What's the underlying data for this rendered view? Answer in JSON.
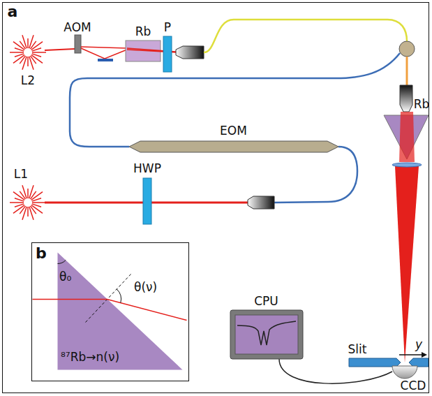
{
  "diagram": {
    "nodes": [
      {
        "text": [
          "a"
        ]
      },
      {
        "text": [
          "EOM"
        ],
        "in": 0
      },
      {
        "text": [
          "b",
          "θ₀",
          "θ(ν)",
          "⁸⁷Rb→n(ν)"
        ],
        "in": 0
      },
      {
        "text": [
          "CPU"
        ],
        "in": 0
      }
    ],
    "labels": [
      "AOM",
      "Rb",
      "P",
      "L2",
      "L1",
      "HWP",
      "Rb",
      "Slit",
      "y",
      "CCD"
    ]
  }
}
